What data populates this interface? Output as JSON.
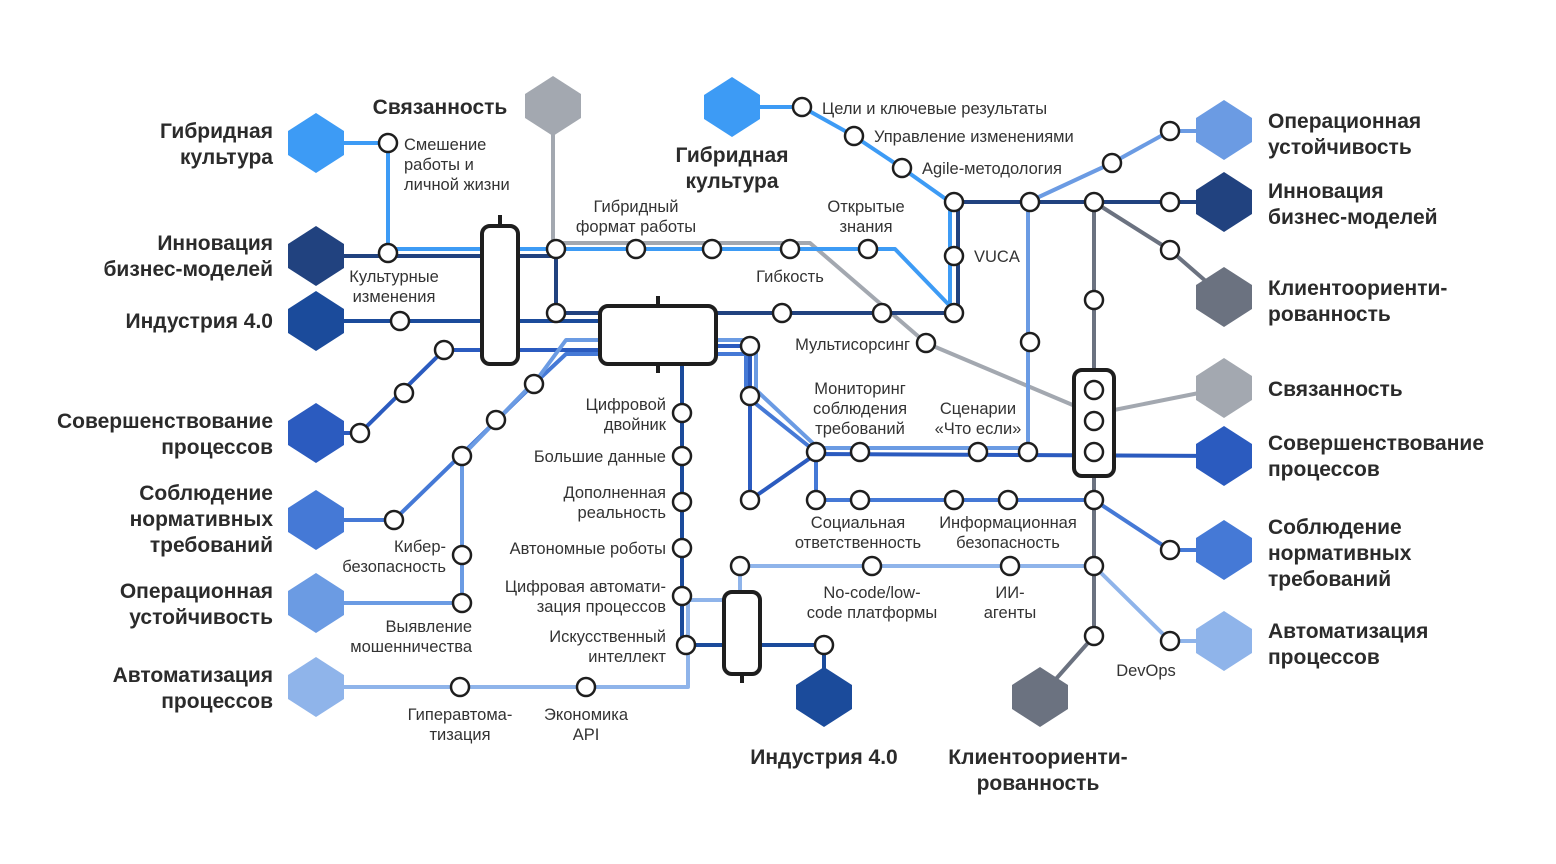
{
  "colors": {
    "hybrid_culture": "#3d9bf5",
    "business_model_innovation": "#21427f",
    "industry_4_0": "#1b4b9b",
    "process_improvement": "#2b5bbf",
    "compliance": "#4579d6",
    "operational_resilience": "#6b9be3",
    "process_automation": "#8fb4ea",
    "connectivity": "#a3a8b0",
    "customer_centricity": "#6b7280"
  },
  "terminals": {
    "left": {
      "hybrid": [
        "Гибридная",
        "культура"
      ],
      "innovation": [
        "Инновация",
        "бизнес-моделей"
      ],
      "industry": [
        "Индустрия 4.0"
      ],
      "improvement": [
        "Совершенствование",
        "процессов"
      ],
      "compliance": [
        "Соблюдение",
        "нормативных",
        "требований"
      ],
      "resilience": [
        "Операционная",
        "устойчивость"
      ],
      "automation": [
        "Автоматизация",
        "процессов"
      ]
    },
    "top": {
      "connectivity": [
        "Связанность"
      ],
      "hybrid": [
        "Гибридная",
        "культура"
      ]
    },
    "right": {
      "resilience": [
        "Операционная",
        "устойчивость"
      ],
      "innovation": [
        "Инновация",
        "бизнес-моделей"
      ],
      "customer": [
        "Клиентоориенти-",
        "рованность"
      ],
      "connectivity": [
        "Связанность"
      ],
      "improvement": [
        "Совершенствование",
        "процессов"
      ],
      "compliance": [
        "Соблюдение",
        "нормативных",
        "требований"
      ],
      "automation": [
        "Автоматизация",
        "процессов"
      ]
    },
    "bottom": {
      "industry": [
        "Индустрия 4.0"
      ],
      "customer": [
        "Клиентоориенти-",
        "рованность"
      ]
    }
  },
  "stations": {
    "work_life": [
      "Смешение",
      "работы и",
      "личной жизни"
    ],
    "culture_change": [
      "Культурные",
      "изменения"
    ],
    "hybrid_format": [
      "Гибридный",
      "формат работы"
    ],
    "open_knowledge": [
      "Открытые",
      "знания"
    ],
    "flexibility": [
      "Гибкость"
    ],
    "okr": [
      "Цели и ключевые результаты"
    ],
    "change_mgmt": [
      "Управление изменениями"
    ],
    "agile": [
      "Agile-методология"
    ],
    "vuca": [
      "VUCA"
    ],
    "multisourcing": [
      "Мультисорсинг"
    ],
    "compliance_monitoring": [
      "Мониторинг",
      "соблюдения",
      "требований"
    ],
    "what_if": [
      "Сценарии",
      "«Что если»"
    ],
    "digital_twin": [
      "Цифровой",
      "двойник"
    ],
    "big_data": [
      "Большие данные"
    ],
    "ar": [
      "Дополненная",
      "реальность"
    ],
    "robots": [
      "Автономные роботы"
    ],
    "rpa": [
      "Цифровая автомати-",
      "зация процессов"
    ],
    "ai": [
      "Искусственный",
      "интеллект"
    ],
    "cyber": [
      "Кибер-",
      "безопасность"
    ],
    "fraud": [
      "Выявление",
      "мошенничества"
    ],
    "hyperautomation": [
      "Гиперавтома-",
      "тизация"
    ],
    "api_economy": [
      "Экономика",
      "API"
    ],
    "social": [
      "Социальная",
      "ответственность"
    ],
    "infosec": [
      "Информационная",
      "безопасность"
    ],
    "nocode": [
      "No-code/low-",
      "code платформы"
    ],
    "ai_agents": [
      "ИИ-",
      "агенты"
    ],
    "devops": [
      "DevOps"
    ]
  }
}
